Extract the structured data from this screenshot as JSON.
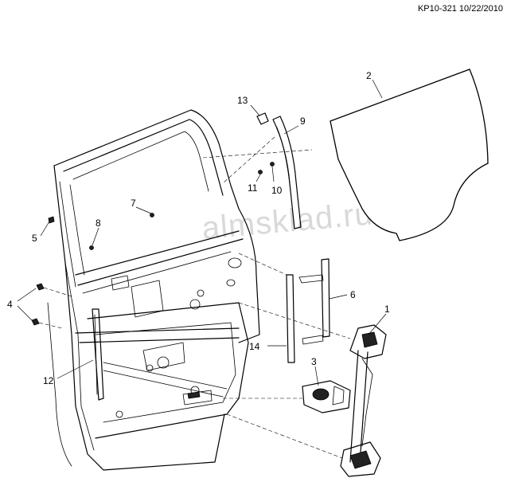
{
  "reference": "KP10-321 10/22/2010",
  "watermark": "almsklad.ru",
  "callouts": [
    {
      "id": "1"
    },
    {
      "id": "2"
    },
    {
      "id": "3"
    },
    {
      "id": "4"
    },
    {
      "id": "5"
    },
    {
      "id": "6"
    },
    {
      "id": "7"
    },
    {
      "id": "8"
    },
    {
      "id": "9"
    },
    {
      "id": "10"
    },
    {
      "id": "11"
    },
    {
      "id": "12"
    },
    {
      "id": "13"
    },
    {
      "id": "14"
    }
  ]
}
